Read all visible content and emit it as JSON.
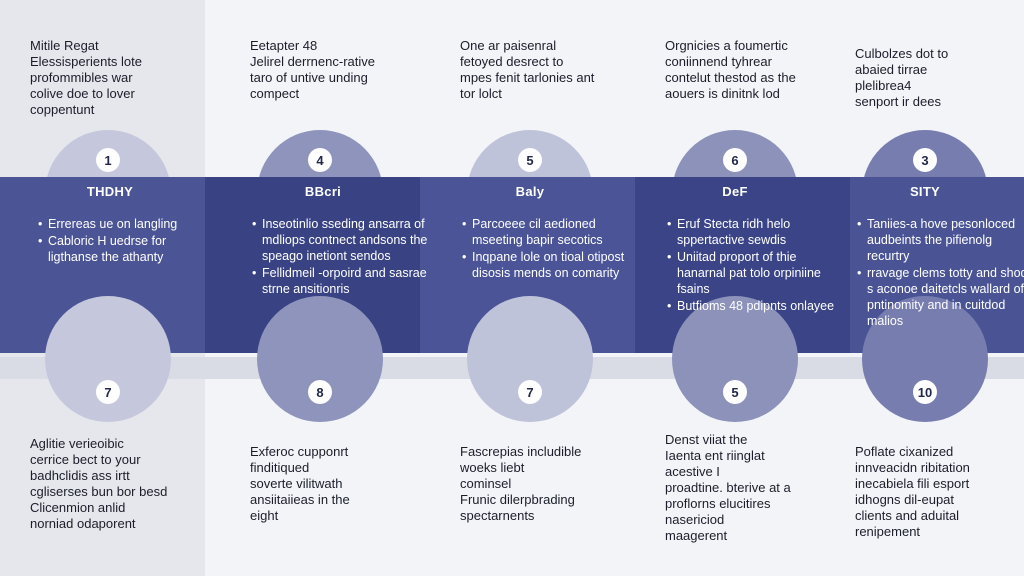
{
  "colors": {
    "background": "#f3f4f8",
    "left_strip": "#e6e7ec",
    "band_segments": [
      "#4b5495",
      "#394383",
      "#4a5497",
      "#3a4486",
      "#4a5495"
    ],
    "circles": [
      "#c5c8dc",
      "#8f94bd",
      "#bfc3da",
      "#8c92ba",
      "#777daf"
    ]
  },
  "columns": [
    {
      "top_lines": [
        "Mitile Regat",
        "Elessisperients lote",
        "profommibles war",
        "colive doe to lover",
        "coppentunt"
      ],
      "top_number": "1",
      "title": "THDHY",
      "bullets": [
        "Errereas ue on langling",
        "Cabloric H uedrse for ligthanse the athanty"
      ],
      "bottom_number": "7",
      "bottom_lines": [
        "Aglitie verieoibic",
        "cerrice bect to your",
        "badhclidis ass irtt",
        "cgliserses bun bor besd",
        "Clicenmion anlid",
        "norniad odaporent"
      ]
    },
    {
      "top_lines": [
        "Eetapter 48",
        "Jelirel derrnenc-rative",
        "taro of untive unding",
        "compect"
      ],
      "top_number": "4",
      "title": "BBcri",
      "bullets": [
        "Inseotinlio sseding ansarra of mdliops contnect andsons the speago inetiont sendos",
        "Fellidmeil -orpoird and sasrae strne ansitionris"
      ],
      "bottom_number": "8",
      "bottom_lines": [
        "Exferoc cupponrt",
        "finditiqued",
        "soverte vilitwath",
        "ansiitaiieas in the",
        "eight"
      ]
    },
    {
      "top_lines": [
        "One ar paisenral",
        "fetoyed desrect to",
        "mpes fenit tarlonies ant",
        "tor lolct"
      ],
      "top_number": "5",
      "title": "Baly",
      "bullets": [
        "Parcoeee cil aedioned mseeting bapir secotics",
        "Inqpane lole on tioal otipost disosis mends on comarity"
      ],
      "bottom_number": "7",
      "bottom_lines": [
        "Fascrepias includible",
        "woeks liebt",
        "cominsel",
        "Frunic dilerpbrading",
        "spectarnents"
      ]
    },
    {
      "top_lines": [
        "Orgnicies a foumertic",
        "coniinnend tyhrear",
        "contelut thestod as the",
        "aouers is dinitnk lod"
      ],
      "top_number": "6",
      "title": "DeF",
      "bullets": [
        "Eruf Stecta ridh helo sppertactive sewdis",
        "Uniitad proport of thie hanarnal pat tolo orpiniine fsains",
        "Butfioms 48 pdipnts onlayee"
      ],
      "bottom_number": "5",
      "bottom_lines": [
        "Denst viiat the",
        "Iaenta ent riinglat",
        "acestive I",
        "proadtine. bterive at a",
        "proflorns elucitires",
        "nasericiod",
        "maagerent"
      ]
    },
    {
      "top_lines": [
        "Culbolzes dot to",
        "abaied tirrae",
        "plelibrea4",
        "senport ir dees"
      ],
      "top_number": "3",
      "title": "SITY",
      "bullets": [
        "Taniies-a hove pesonloced audbeints the pifienolg recurtry",
        "rravage clems totty and shode s aconoe daitetcls wallard of pntinomity and in cuitdod malios"
      ],
      "bottom_number": "10",
      "bottom_lines": [
        "Poflate cixanized",
        "innveacidn ribitation",
        "inecabiela fili esport",
        "idhogns dil-eupat",
        "clients and aduital",
        "renipement"
      ]
    }
  ]
}
